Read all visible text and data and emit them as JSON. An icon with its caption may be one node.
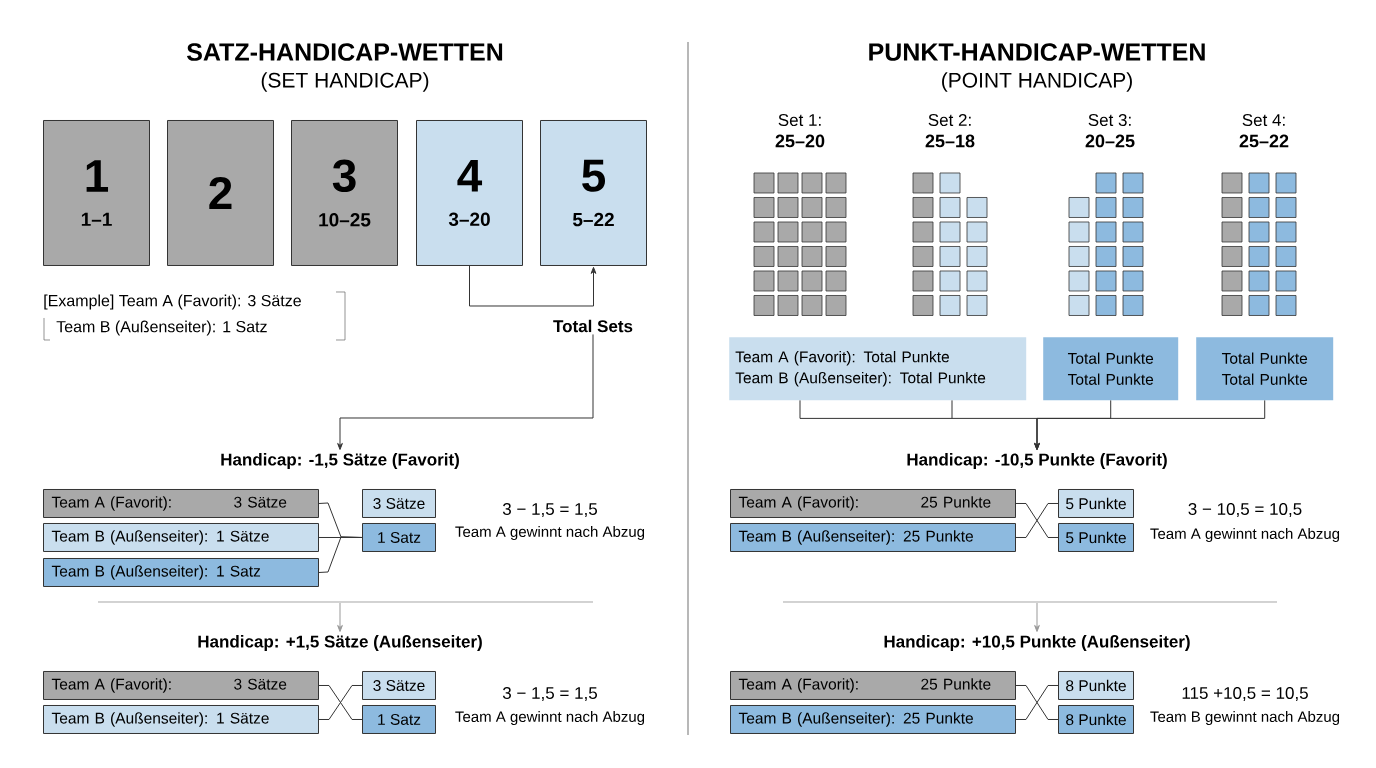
{
  "diagram": {
    "nodes": [
      {
        "text": [
          "1",
          "1–1"
        ]
      },
      {
        "text": [
          "2"
        ]
      },
      {
        "text": [
          "3",
          "10–25"
        ]
      },
      {
        "text": [
          "4",
          "3–20"
        ]
      },
      {
        "text": [
          "5",
          "5–22"
        ]
      },
      {
        "text": [
          "Total Sets"
        ]
      },
      {
        "text": [
          "Handicap: -1,5 Sätze (Favorit)"
        ]
      },
      {
        "text": [
          "Team A (Favorit):",
          "3 Sätze"
        ]
      },
      {
        "text": [
          "Team B (Außenseiter): 1 Sätze"
        ]
      },
      {
        "text": [
          "Team B (Außenseiter): 1 Satz"
        ]
      },
      {
        "text": [
          "3 Sätze"
        ]
      },
      {
        "text": [
          "1 Satz"
        ]
      },
      {
        "text": [
          "Handicap: +1,5 Sätze (Außenseiter)"
        ]
      },
      {
        "text": [
          "Team A (Favorit):",
          "3 Sätze"
        ]
      },
      {
        "text": [
          "Team B (Außenseiter): 1 Sätze"
        ]
      },
      {
        "text": [
          "3 Sätze"
        ]
      },
      {
        "text": [
          "1 Satz"
        ]
      },
      {
        "text": [
          "Team A (Favorit): Total Punkte",
          "Team B (Außenseiter): Total Punkte"
        ]
      },
      {
        "text": [
          "Total Punkte",
          "Total Punkte"
        ]
      },
      {
        "text": [
          "Total Punkte",
          "Total Punkte"
        ]
      },
      {
        "text": [
          "Handicap: -10,5 Punkte (Favorit)"
        ]
      },
      {
        "text": [
          "Team A (Favorit):",
          "25 Punkte"
        ]
      },
      {
        "text": [
          "Team B (Außenseiter): 25 Punkte"
        ]
      },
      {
        "text": [
          "5 Punkte"
        ]
      },
      {
        "text": [
          "5 Punkte"
        ]
      },
      {
        "text": [
          "Handicap: +10,5 Punkte (Außenseiter)"
        ]
      },
      {
        "text": [
          "Team A (Favorit):",
          "25 Punkte"
        ]
      },
      {
        "text": [
          "Team B (Außenseiter): 25 Punkte"
        ]
      },
      {
        "text": [
          "8 Punkte"
        ]
      },
      {
        "text": [
          "8 Punkte"
        ]
      }
    ],
    "edges": [
      {
        "from": 3,
        "to": 4,
        "arrow": "to"
      },
      {
        "from": 5,
        "to": 6,
        "arrow": "to"
      },
      {
        "from": 7,
        "to": 11,
        "arrow": "none"
      },
      {
        "from": 8,
        "to": 11,
        "arrow": "none"
      },
      {
        "from": 9,
        "to": 11,
        "arrow": "none"
      },
      {
        "from": null,
        "to": 12,
        "arrow": "to",
        "color": "#999999"
      },
      {
        "from": 13,
        "to": 16,
        "arrow": "none"
      },
      {
        "from": 14,
        "to": 15,
        "arrow": "none"
      },
      {
        "from": 17,
        "to": 20,
        "arrow": "to"
      },
      {
        "from": 18,
        "to": 20,
        "arrow": "to"
      },
      {
        "from": 19,
        "to": 20,
        "arrow": "to"
      },
      {
        "from": 21,
        "to": 24,
        "arrow": "none"
      },
      {
        "from": 22,
        "to": 23,
        "arrow": "none"
      },
      {
        "from": null,
        "to": 25,
        "arrow": "to",
        "color": "#999999"
      },
      {
        "from": 26,
        "to": 29,
        "arrow": "none"
      },
      {
        "from": 27,
        "to": 28,
        "arrow": "none"
      }
    ],
    "labels": [
      "SATZ-HANDICAP-WETTEN",
      "(SET HANDICAP)",
      "PUNKT-HANDICAP-WETTEN",
      "(POINT HANDICAP)",
      "Set 1:",
      "25–20",
      "Set 2:",
      "25–18",
      "Set 3:",
      "20–25",
      "Set 4:",
      "25–22",
      "[Example] Team A (Favorit): 3 Sätze",
      "Team B (Außenseiter): 1 Satz",
      "3 − 1,5 = 1,5",
      "Team A gewinnt nach Abzug",
      "3 − 10,5 = 10,5",
      "Team A gewinnt nach Abzug",
      "3 − 1,5 = 1,5",
      "Team A gewinnt nach Abzug",
      "115 +10,5 = 10,5",
      "Team B gewinnt nach Abzug"
    ]
  }
}
